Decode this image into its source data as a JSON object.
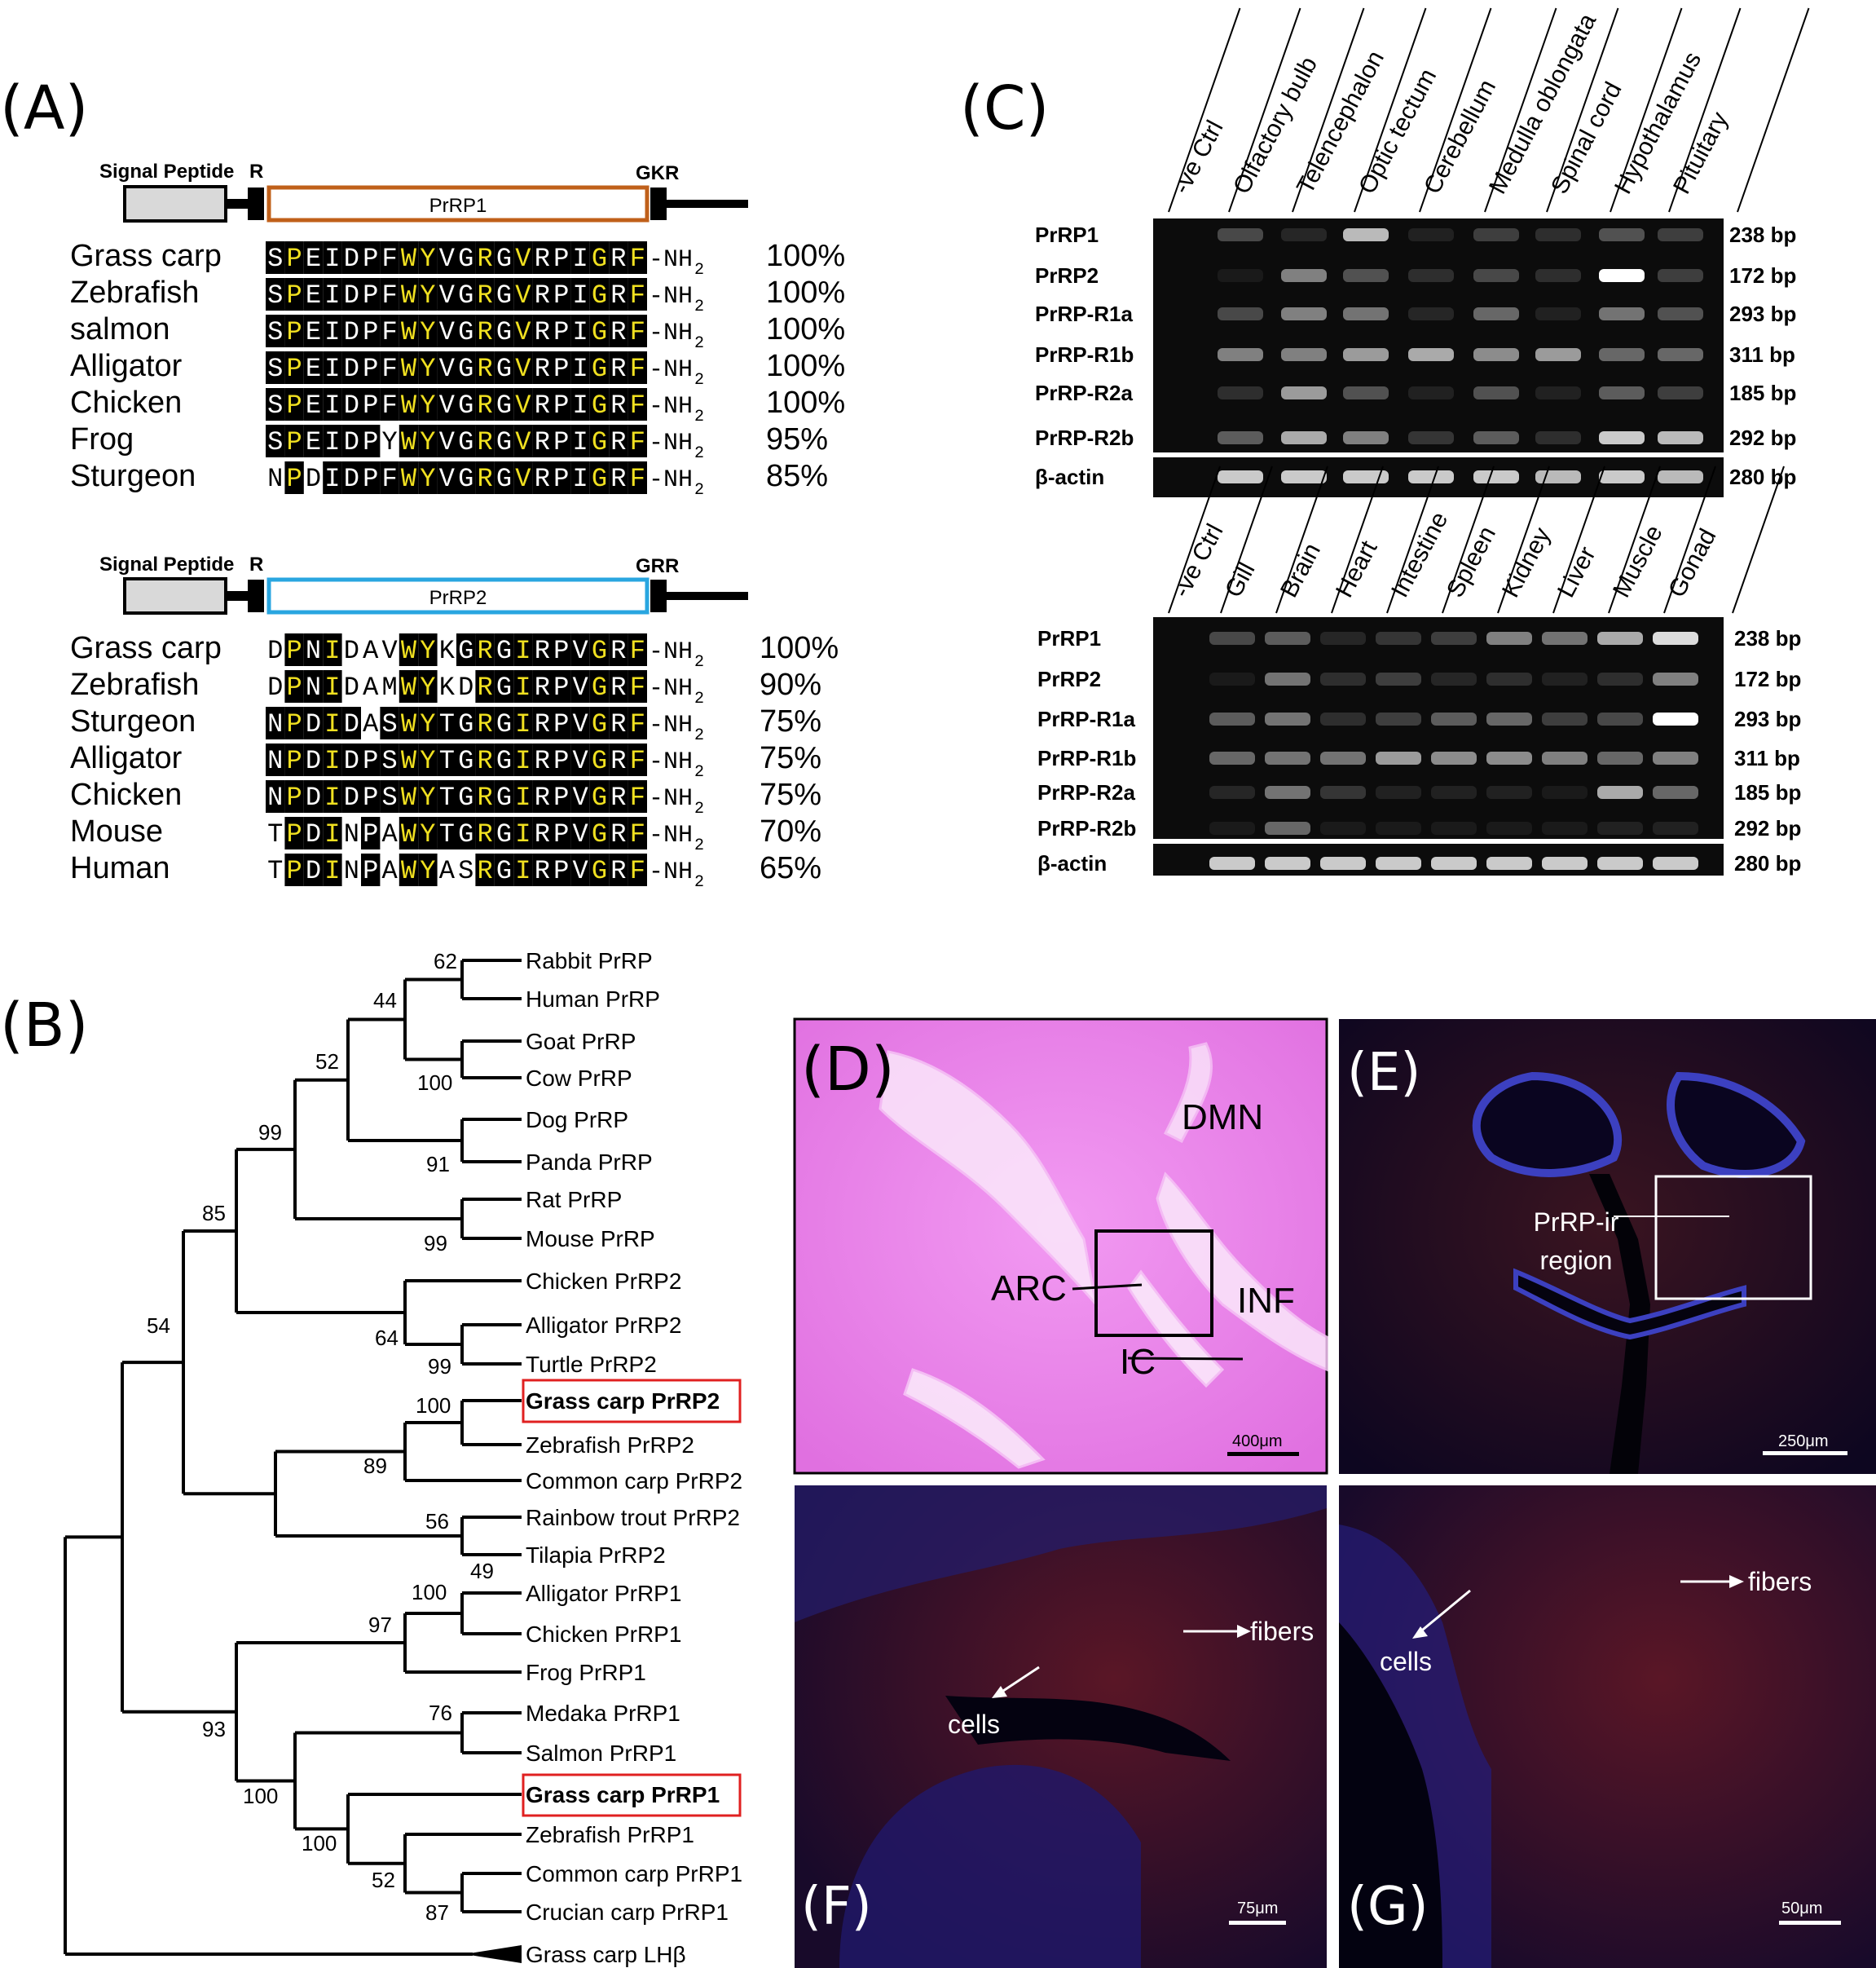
{
  "panels": {
    "A": "(A)",
    "B": "(B)",
    "C": "(C)",
    "D": "(D)",
    "E": "(E)",
    "F": "(F)",
    "G": "(G)"
  },
  "panel_a": {
    "diagram1": {
      "signal": "Signal Peptide",
      "r": "R",
      "end": "GKR",
      "box": "PrRP1",
      "color": "#c0601a"
    },
    "diagram2": {
      "signal": "Signal Peptide",
      "r": "R",
      "end": "GRR",
      "box": "PrRP2",
      "color": "#29a6e0"
    },
    "suffix": "-NH",
    "suffix_sub": "2",
    "align1": [
      {
        "species": "Grass carp",
        "seq": "SPEIDPFWYVGRGVRPIGRF",
        "mask": "BBBBBBBBBBBBBBBBBBBB",
        "pct": "100%"
      },
      {
        "species": "Zebrafish",
        "seq": "SPEIDPFWYVGRGVRPIGRF",
        "mask": "BBBBBBBBBBBBBBBBBBBB",
        "pct": "100%"
      },
      {
        "species": "salmon",
        "seq": "SPEIDPFWYVGRGVRPIGRF",
        "mask": "BBBBBBBBBBBBBBBBBBBB",
        "pct": "100%"
      },
      {
        "species": "Alligator",
        "seq": "SPEIDPFWYVGRGVRPIGRF",
        "mask": "BBBBBBBBBBBBBBBBBBBB",
        "pct": "100%"
      },
      {
        "species": "Chicken",
        "seq": "SPEIDPFWYVGRGVRPIGRF",
        "mask": "BBBBBBBBBBBBBBBBBBBB",
        "pct": "100%"
      },
      {
        "species": "Frog",
        "seq": "SPEIDPYWYVGRGVRPIGRF",
        "mask": "BBBBBBwBBBBBBBBBBBBB",
        "pct": "95%"
      },
      {
        "species": "Sturgeon",
        "seq": "NPDIDPFWYVGRGVRPIGRF",
        "mask": "wBwBBBBBBBBBBBBBBBBB",
        "pct": "85%"
      }
    ],
    "align2": [
      {
        "species": "Grass carp",
        "seq": "DPNIDAVWYKGRGIRPVGRF",
        "mask": "wBBBwwwBBwBBBBBBBBBB",
        "pct": "100%"
      },
      {
        "species": "Zebrafish",
        "seq": "DPNIDAMWYKDRGIRPVGRF",
        "mask": "wBBBwwwBBwwBBBBBBBBB",
        "pct": "90%"
      },
      {
        "species": "Sturgeon",
        "seq": "NPDIDASWYTGRGIRPVGRF",
        "mask": "BBBBBwBBBBBBBBBBBBBB",
        "pct": "75%"
      },
      {
        "species": "Alligator",
        "seq": "NPDIDPSWYTGRGIRPVGRF",
        "mask": "BBBBBBBBBBBBBBBBBBBB",
        "pct": "75%"
      },
      {
        "species": "Chicken",
        "seq": "NPDIDPSWYTGRGIRPVGRF",
        "mask": "BBBBBBBBBBBBBBBBBBBB",
        "pct": "75%"
      },
      {
        "species": "Mouse",
        "seq": "TPDINPAWYTGRGIRPVGRF",
        "mask": "wBBBwBwBBBBBBBBBBBBB",
        "pct": "70%"
      },
      {
        "species": "Human",
        "seq": "TPDINPAWYASRGIRPVGRF",
        "mask": "wBBBwBwBBwwBBBBBBBBB",
        "pct": "65%"
      }
    ],
    "highlight_colors": {
      "yellow": "#f0e020",
      "white": "#ffffff"
    },
    "yellow_positions1": [
      1,
      7,
      8,
      11,
      13,
      17,
      19
    ],
    "yellow_positions2": [
      1,
      3,
      7,
      8,
      11,
      13,
      17,
      19
    ]
  },
  "panel_b": {
    "leaves": [
      {
        "label": "Rabbit PrRP",
        "bold": false
      },
      {
        "label": "Human PrRP",
        "bold": false
      },
      {
        "label": "Goat PrRP",
        "bold": false
      },
      {
        "label": "Cow PrRP",
        "bold": false
      },
      {
        "label": "Dog PrRP",
        "bold": false
      },
      {
        "label": "Panda PrRP",
        "bold": false
      },
      {
        "label": "Rat PrRP",
        "bold": false
      },
      {
        "label": "Mouse PrRP",
        "bold": false
      },
      {
        "label": "Chicken PrRP2",
        "bold": false
      },
      {
        "label": "Alligator PrRP2",
        "bold": false
      },
      {
        "label": "Turtle PrRP2",
        "bold": false
      },
      {
        "label": "Grass carp PrRP2",
        "bold": true
      },
      {
        "label": "Zebrafish PrRP2",
        "bold": false
      },
      {
        "label": "Common carp PrRP2",
        "bold": false
      },
      {
        "label": "Rainbow trout PrRP2",
        "bold": false
      },
      {
        "label": "Tilapia PrRP2",
        "bold": false
      },
      {
        "label": "Alligator PrRP1",
        "bold": false
      },
      {
        "label": "Chicken PrRP1",
        "bold": false
      },
      {
        "label": "Frog PrRP1",
        "bold": false
      },
      {
        "label": "Medaka PrRP1",
        "bold": false
      },
      {
        "label": "Salmon PrRP1",
        "bold": false
      },
      {
        "label": "Grass carp PrRP1",
        "bold": true
      },
      {
        "label": "Zebrafish PrRP1",
        "bold": false
      },
      {
        "label": "Common carp PrRP1",
        "bold": false
      },
      {
        "label": "Crucian carp PrRP1",
        "bold": false
      },
      {
        "label": "Grass carp LHβ",
        "bold": false
      }
    ],
    "bootstrap": [
      "62",
      "44",
      "52",
      "100",
      "99",
      "91",
      "85",
      "99",
      "54",
      "64",
      "99",
      "100",
      "89",
      "56",
      "49",
      "100",
      "97",
      "76",
      "93",
      "100",
      "100",
      "52",
      "87"
    ],
    "box_color": "#e02020"
  },
  "panel_c": {
    "top_lanes": [
      "-ve Ctrl",
      "Olfactory bulb",
      "Telencephalon",
      "Optic tectum",
      "Cerebellum",
      "Medulla oblongata",
      "Spinal cord",
      "Hypothalamus",
      "Pituitary"
    ],
    "bottom_lanes": [
      "-ve Ctrl",
      "Gill",
      "Brain",
      "Heart",
      "Intestine",
      "Spleen",
      "Kidney",
      "Liver",
      "Muscle",
      "Gonad"
    ],
    "genes": [
      "PrRP1",
      "PrRP2",
      "PrRP-R1a",
      "PrRP-R1b",
      "PrRP-R2a",
      "PrRP-R2b",
      "β-actin"
    ],
    "sizes_top": [
      "238 bp",
      "172 bp",
      "293 bp",
      "311 bp",
      "185 bp",
      "292 bp",
      "280 bp"
    ],
    "sizes_bottom": [
      "238 bp",
      "172 bp",
      "293 bp",
      "311 bp",
      "185 bp",
      "292 bp",
      "280 bp"
    ],
    "top_intensity": [
      [
        0,
        0.35,
        0.15,
        0.8,
        0.1,
        0.3,
        0.2,
        0.4,
        0.3
      ],
      [
        0,
        0.05,
        0.6,
        0.4,
        0.2,
        0.35,
        0.2,
        1.0,
        0.3
      ],
      [
        0,
        0.35,
        0.6,
        0.55,
        0.15,
        0.5,
        0.1,
        0.55,
        0.4
      ],
      [
        0,
        0.6,
        0.6,
        0.7,
        0.75,
        0.65,
        0.7,
        0.5,
        0.5
      ],
      [
        0,
        0.2,
        0.7,
        0.4,
        0.1,
        0.4,
        0.1,
        0.45,
        0.3
      ],
      [
        0,
        0.45,
        0.75,
        0.6,
        0.25,
        0.45,
        0.2,
        0.85,
        0.8
      ],
      [
        0,
        0.85,
        0.85,
        0.85,
        0.85,
        0.85,
        0.8,
        0.85,
        0.8
      ]
    ],
    "bottom_intensity": [
      [
        0,
        0.35,
        0.45,
        0.15,
        0.25,
        0.3,
        0.6,
        0.55,
        0.75,
        0.9
      ],
      [
        0,
        0.05,
        0.55,
        0.2,
        0.3,
        0.15,
        0.2,
        0.1,
        0.2,
        0.6
      ],
      [
        0,
        0.45,
        0.55,
        0.2,
        0.3,
        0.45,
        0.5,
        0.3,
        0.35,
        1.0
      ],
      [
        0,
        0.5,
        0.55,
        0.55,
        0.7,
        0.65,
        0.65,
        0.6,
        0.5,
        0.6
      ],
      [
        0,
        0.15,
        0.55,
        0.25,
        0.1,
        0.1,
        0.1,
        0.05,
        0.75,
        0.5
      ],
      [
        0,
        0.05,
        0.5,
        0.05,
        0.05,
        0.05,
        0.05,
        0.05,
        0.1,
        0.1
      ],
      [
        0,
        0.85,
        0.85,
        0.85,
        0.85,
        0.85,
        0.85,
        0.85,
        0.85,
        0.85
      ]
    ]
  },
  "panel_d": {
    "dmn": "DMN",
    "arc": "ARC",
    "inf": "INF",
    "ic": "IC",
    "scale": "400μm",
    "tissue_color": "#e87ee8"
  },
  "panel_e": {
    "region1": "PrRP-ir",
    "region2": "region",
    "scale": "250μm"
  },
  "panel_f": {
    "fibers": "fibers",
    "cells": "cells",
    "scale": "75μm"
  },
  "panel_g": {
    "fibers": "fibers",
    "cells": "cells",
    "scale": "50μm"
  }
}
